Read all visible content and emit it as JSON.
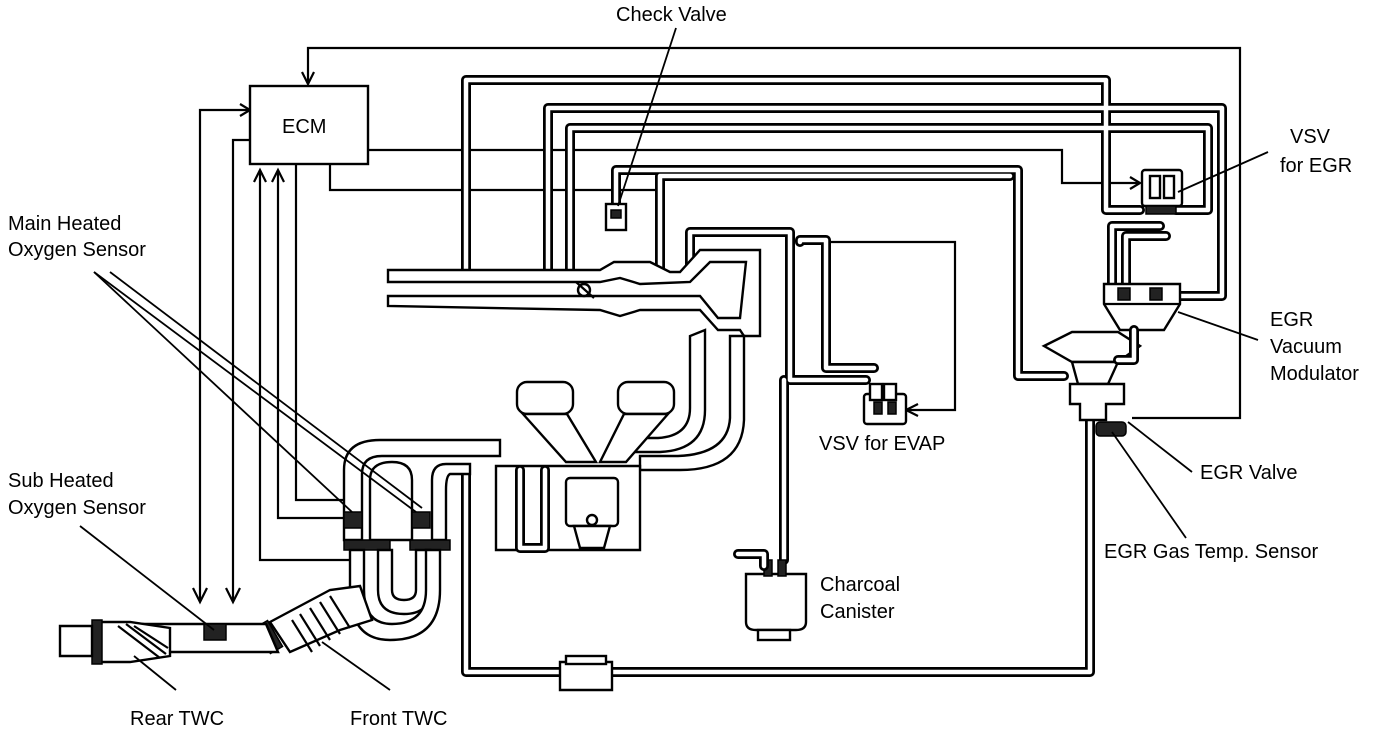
{
  "labels": {
    "check_valve": "Check Valve",
    "ecm": "ECM",
    "vsv_egr_line1": "VSV",
    "vsv_egr_line2": "for EGR",
    "main_o2_line1": "Main Heated",
    "main_o2_line2": "Oxygen Sensor",
    "sub_o2_line1": "Sub Heated",
    "sub_o2_line2": "Oxygen Sensor",
    "egr_mod_line1": "EGR",
    "egr_mod_line2": "Vacuum",
    "egr_mod_line3": "Modulator",
    "vsv_evap": "VSV for EVAP",
    "egr_valve": "EGR Valve",
    "egr_gas_temp": "EGR Gas Temp. Sensor",
    "canister_line1": "Charcoal",
    "canister_line2": "Canister",
    "rear_twc": "Rear TWC",
    "front_twc": "Front TWC"
  },
  "colors": {
    "ink": "#000000",
    "paper": "#ffffff"
  }
}
